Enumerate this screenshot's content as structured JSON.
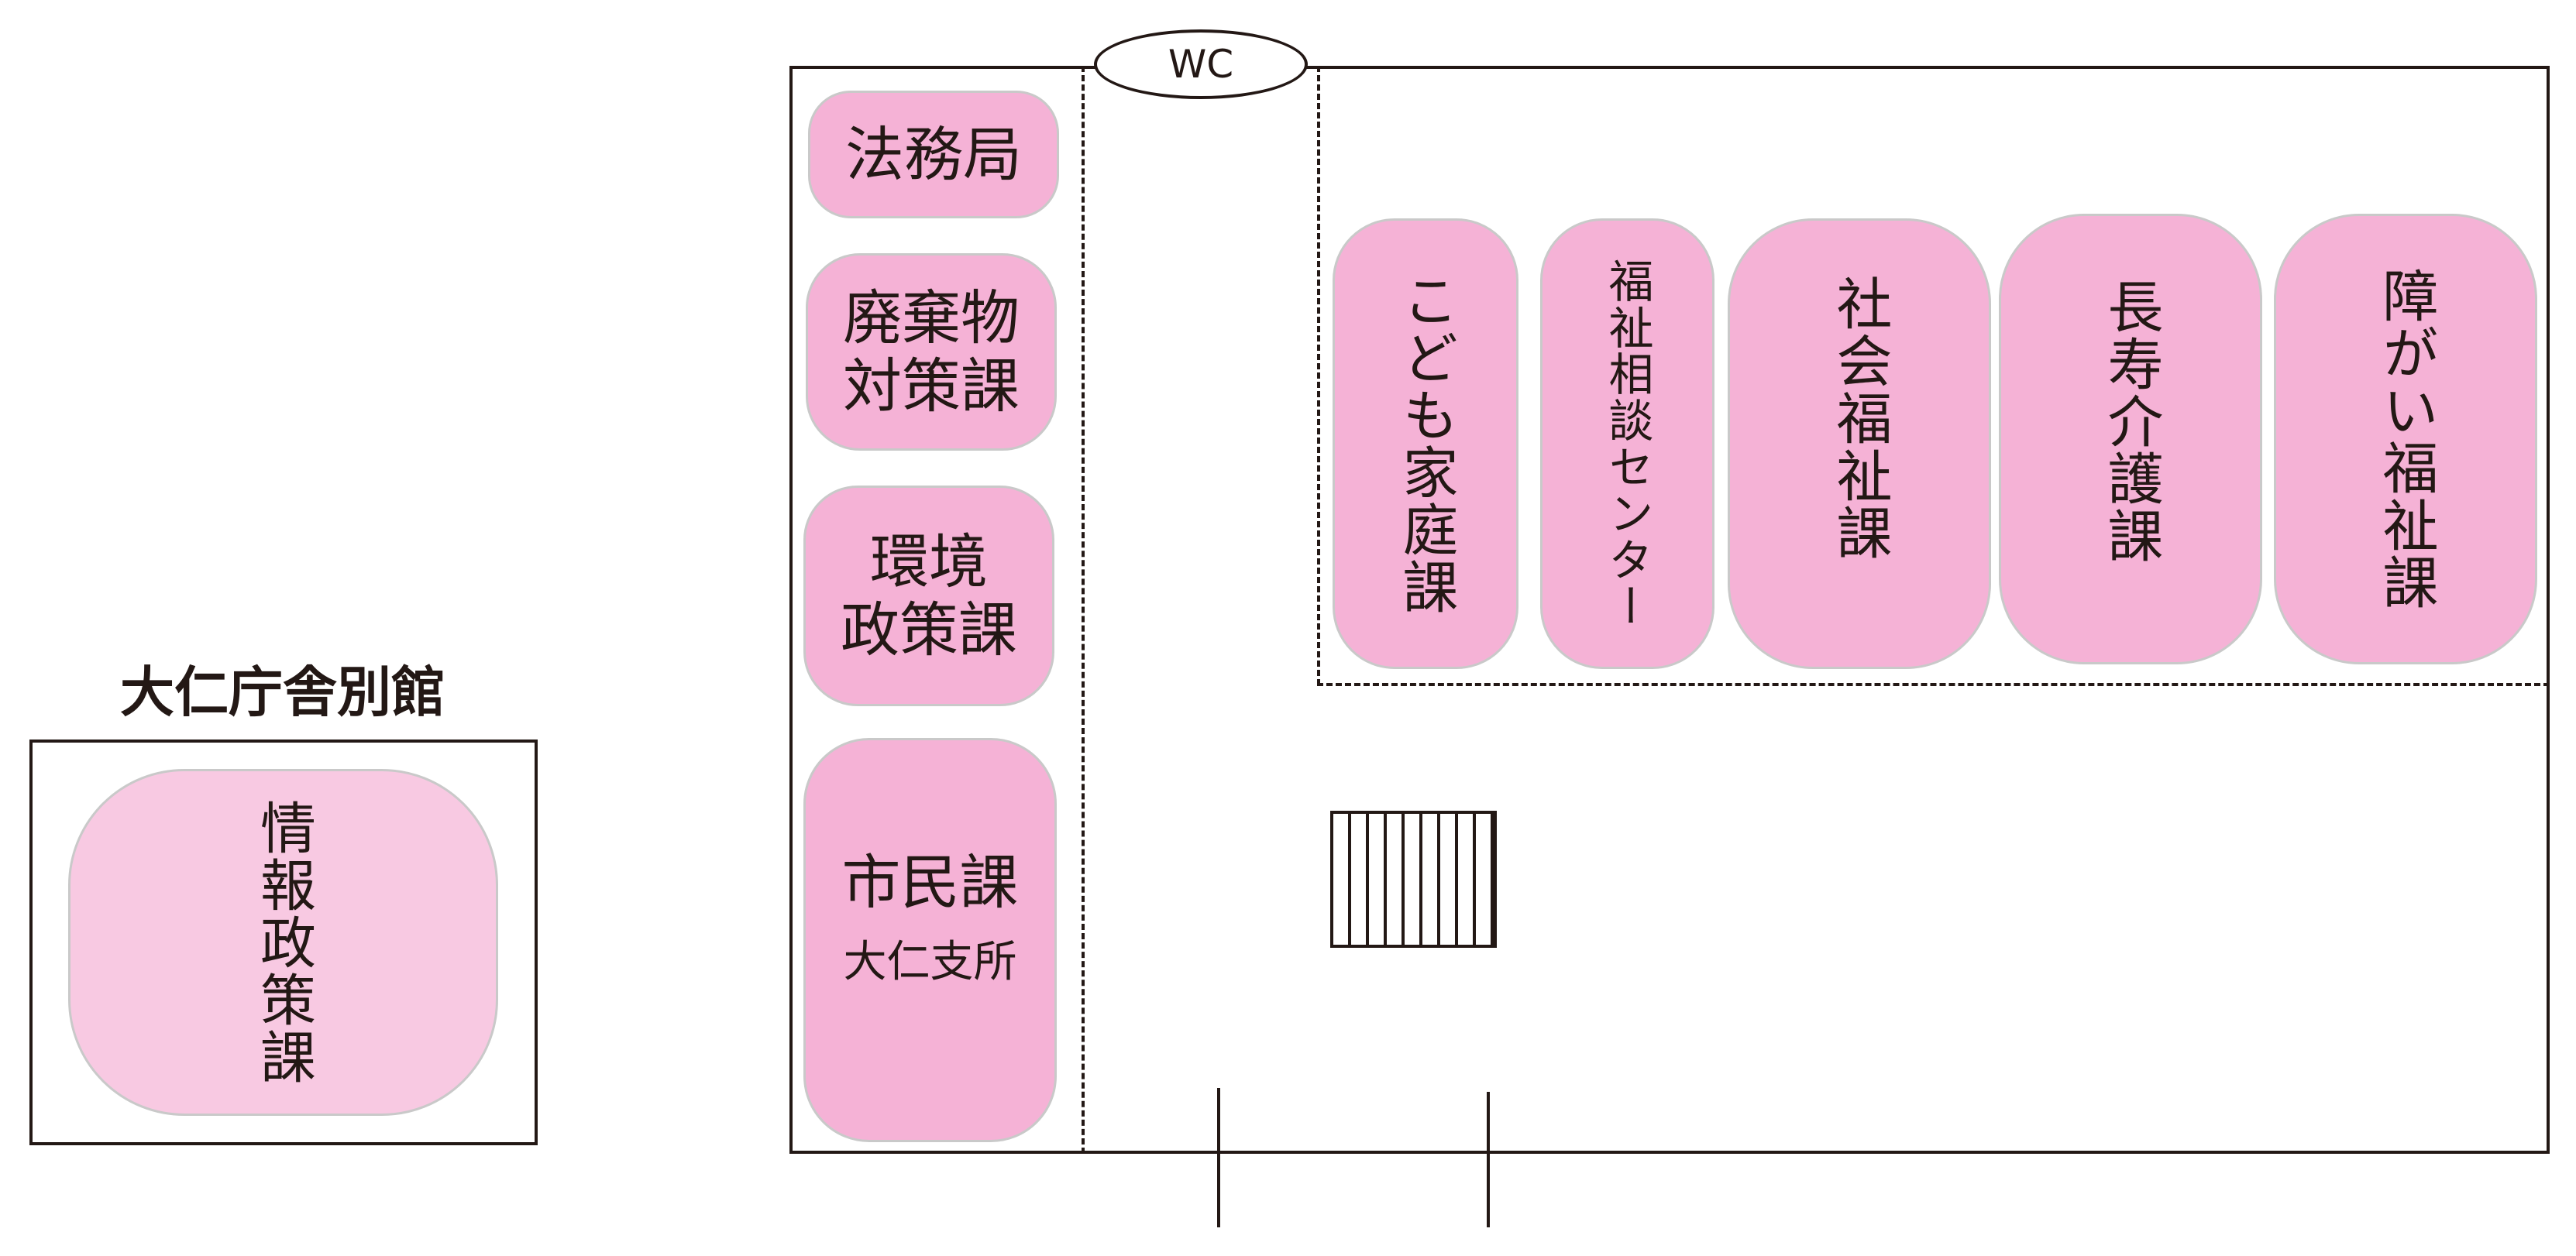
{
  "annex": {
    "title": "大仁庁舎別館",
    "room": "情報政策課"
  },
  "wc": {
    "label": "WC"
  },
  "left_column": [
    {
      "label": "法務局"
    },
    {
      "label": "廃棄物\n対策課"
    },
    {
      "label": "環境\n政策課"
    },
    {
      "label": "市民課",
      "sub": "大仁支所"
    }
  ],
  "welfare_rooms": [
    {
      "label": "こども家庭課"
    },
    {
      "label": "福祉相談センター"
    },
    {
      "label": "社会福祉課"
    },
    {
      "label": "長寿介護課"
    },
    {
      "label": "障がい福祉課"
    }
  ],
  "colors": {
    "room_fill": "#f5b2d6",
    "annex_room_fill": "#f8c9e2",
    "wall": "#231815"
  }
}
